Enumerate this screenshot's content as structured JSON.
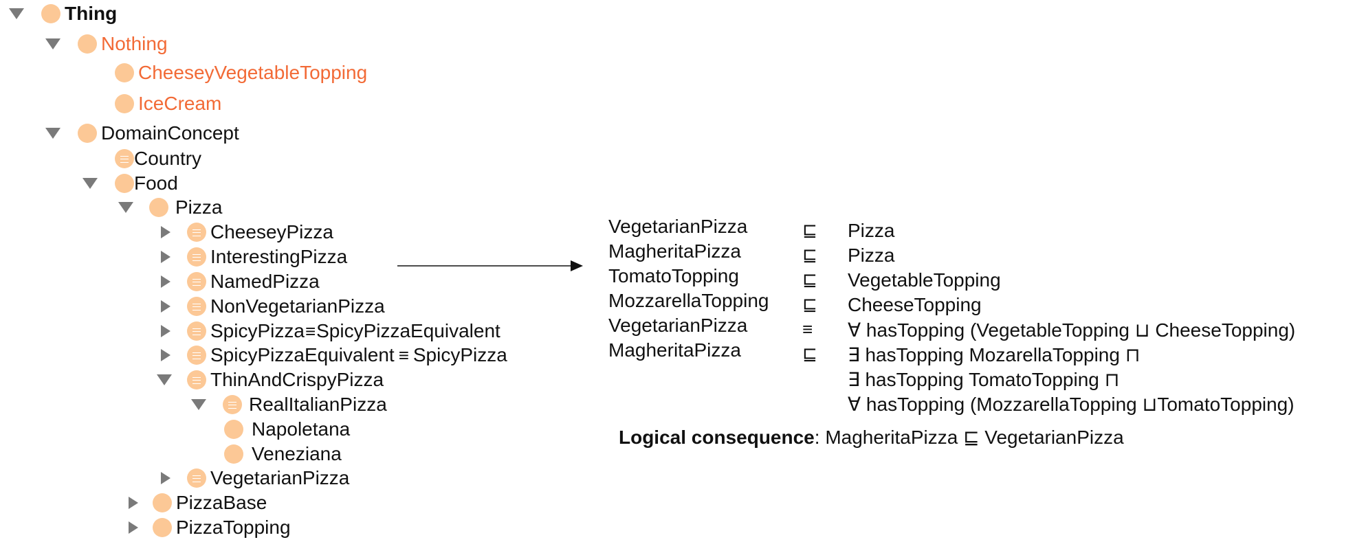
{
  "tree": {
    "thing": "Thing",
    "nothing": "Nothing",
    "cheesey_vegetable_topping": "CheeseyVegetableTopping",
    "ice_cream": "IceCream",
    "domain_concept": "DomainConcept",
    "country": "Country",
    "food": "Food",
    "pizza": "Pizza",
    "cheesey_pizza": "CheeseyPizza",
    "interesting_pizza": "InterestingPizza",
    "named_pizza": "NamedPizza",
    "non_vegetarian_pizza": "NonVegetarianPizza",
    "spicy_pizza": "SpicyPizza",
    "spicy_pizza_equiv_target": "SpicyPizzaEquivalent",
    "spicy_pizza_equivalent": "SpicyPizzaEquivalent",
    "spicy_pizza_equivalent_target": "SpicyPizza",
    "equiv_symbol": "≡",
    "thin_and_crispy_pizza": "ThinAndCrispyPizza",
    "real_italian_pizza": "RealItalianPizza",
    "napoletana": "Napoletana",
    "veneziana": "Veneziana",
    "vegetarian_pizza": "VegetarianPizza",
    "pizza_base": "PizzaBase",
    "pizza_topping": "PizzaTopping"
  },
  "axioms": {
    "lhs": [
      "VegetarianPizza",
      "MagheritaPizza",
      "TomatoTopping",
      "MozzarellaTopping",
      "VegetarianPizza",
      "MagheritaPizza"
    ],
    "symbols": [
      "⊑",
      "⊑",
      "⊑",
      "⊑",
      "≡",
      "⊑"
    ],
    "rhs": [
      "Pizza",
      "Pizza",
      "VegetableTopping",
      "CheeseTopping",
      "∀  hasTopping (VegetableTopping ⊔  CheeseTopping)",
      "∃  hasTopping MozarellaTopping ⊓",
      "∃  hasTopping TomatoTopping ⊓",
      "∀  hasTopping (MozzarellaTopping ⊔TomatoTopping)"
    ]
  },
  "consequence": {
    "label": "Logical consequence",
    "separator": ": ",
    "text": "MagheritaPizza ⊑ VegetarianPizza"
  }
}
